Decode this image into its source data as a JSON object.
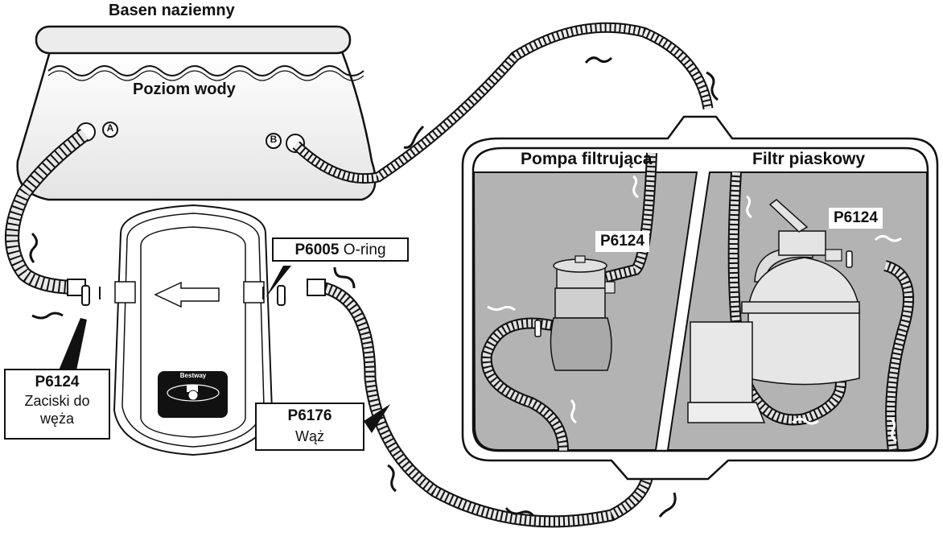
{
  "title": "Basen naziemny",
  "pool": {
    "water_level_label": "Poziom wody",
    "port_a": "A",
    "port_b": "B"
  },
  "heater": {
    "brand": "Bestway",
    "power_symbol": "⏻"
  },
  "callouts": {
    "oring": {
      "code": "P6005",
      "text": "O-ring"
    },
    "clamps": {
      "code": "P6124",
      "line1": "Zaciski do",
      "line2": "węża"
    },
    "hose": {
      "code": "P6176",
      "text": "Wąż"
    }
  },
  "panels": {
    "left": {
      "title": "Pompa filtrująca",
      "tag": "P6124"
    },
    "right": {
      "title": "Filtr piaskowy",
      "tag": "P6124"
    }
  },
  "colors": {
    "panel_bg": "#b3b3b3",
    "line": "#111111",
    "pool_fill": "#f2f2f2",
    "hose_fill": "#e6e6e6"
  }
}
